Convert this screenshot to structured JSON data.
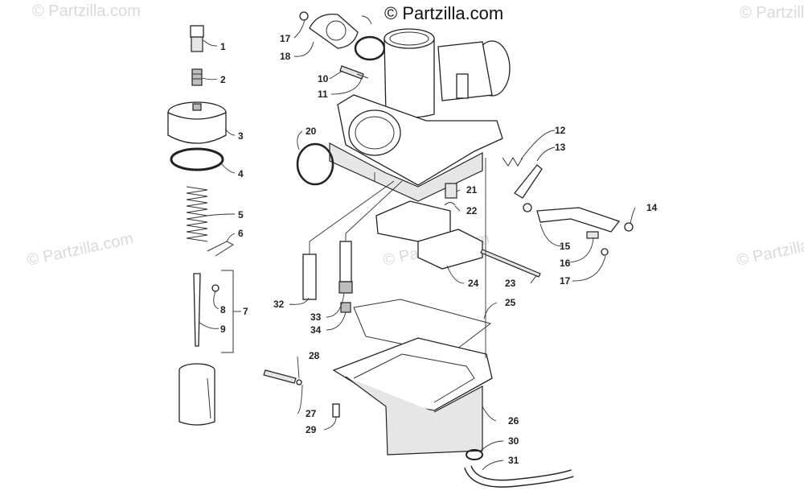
{
  "brand": "© Partzilla.com",
  "watermark": "© Partzilla.com",
  "callouts": {
    "c1": "1",
    "c2": "2",
    "c3": "3",
    "c4": "4",
    "c5": "5",
    "c6": "6",
    "c7": "7",
    "c8": "8",
    "c9": "9",
    "c10": "10",
    "c11": "11",
    "c12": "12",
    "c13": "13",
    "c14": "14",
    "c15": "15",
    "c16": "16",
    "c17a": "17",
    "c17b": "17",
    "c18": "18",
    "c20": "20",
    "c21": "21",
    "c22": "22",
    "c23": "23",
    "c24": "24",
    "c25": "25",
    "c26": "26",
    "c27": "27",
    "c28": "28",
    "c29": "29",
    "c30": "30",
    "c31": "31",
    "c32": "32",
    "c33": "33",
    "c34": "34"
  }
}
